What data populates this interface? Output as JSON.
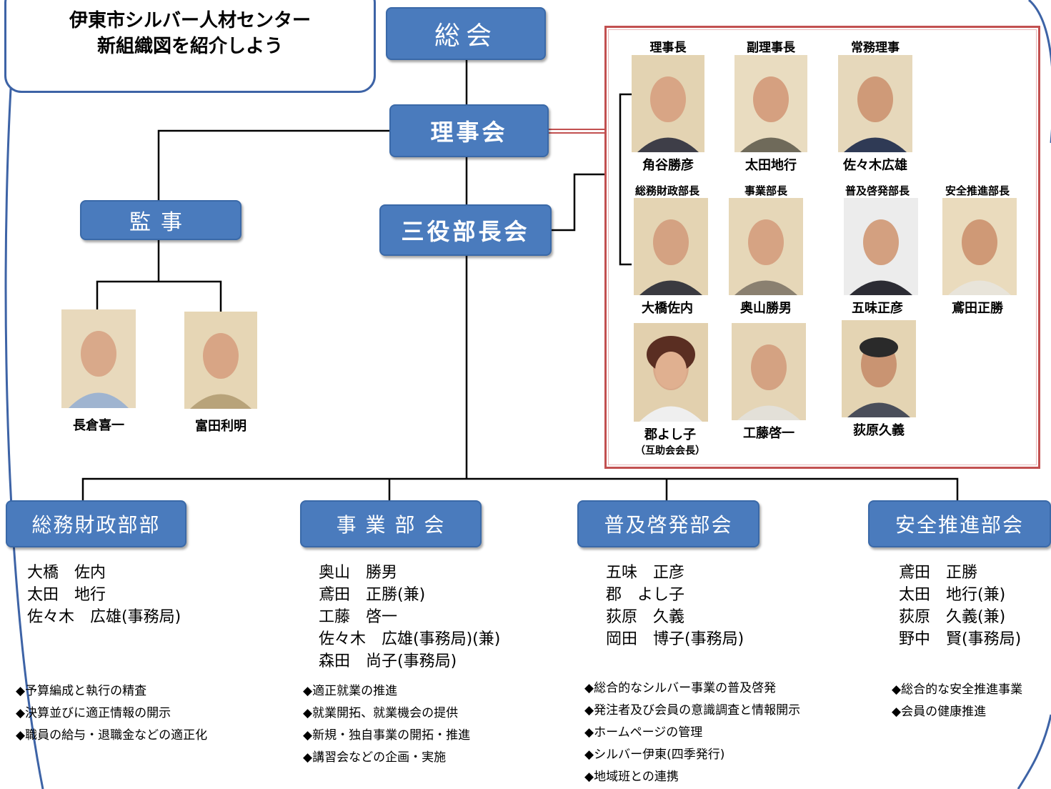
{
  "header": {
    "title_line1": "伊東市シルバー人材センター",
    "title_line2": "新組織図を紹介しよう"
  },
  "nodes": {
    "general_assembly": "総会",
    "board": "理事会",
    "auditor": "監事",
    "managers_council": "三役部長会"
  },
  "auditors": [
    {
      "name": "長倉喜一"
    },
    {
      "name": "富田利明"
    }
  ],
  "board_members": [
    {
      "role": "理事長",
      "name": "角谷勝彦"
    },
    {
      "role": "副理事長",
      "name": "太田地行"
    },
    {
      "role": "常務理事",
      "name": "佐々木広雄"
    },
    {
      "role": "総務財政部長",
      "name": "大橋佐内"
    },
    {
      "role": "事業部長",
      "name": "奥山勝男"
    },
    {
      "role": "普及啓発部長",
      "name": "五味正彦"
    },
    {
      "role": "安全推進部長",
      "name": "鳶田正勝"
    },
    {
      "role": "",
      "name": "郡よし子",
      "note": "（互助会会長）"
    },
    {
      "role": "",
      "name": "工藤啓一"
    },
    {
      "role": "",
      "name": "荻原久義"
    }
  ],
  "departments": [
    {
      "label": "総務財政部部",
      "members": [
        "大橋　佐内",
        "太田　地行",
        "佐々木　広雄(事務局)"
      ],
      "duties": [
        "◆予算編成と執行の精査",
        "◆決算並びに適正情報の開示",
        "◆職員の給与・退職金などの適正化"
      ]
    },
    {
      "label": "事 業 部 会",
      "members": [
        "奥山　勝男",
        "鳶田　正勝(兼)",
        "工藤　啓一",
        "佐々木　広雄(事務局)(兼)",
        "森田　尚子(事務局)"
      ],
      "duties": [
        "◆適正就業の推進",
        "◆就業開拓、就業機会の提供",
        "◆新規・独自事業の開拓・推進",
        "◆講習会などの企画・実施"
      ]
    },
    {
      "label": "普及啓発部会",
      "members": [
        "五味　正彦",
        "郡　よし子",
        "荻原　久義",
        "岡田　博子(事務局)"
      ],
      "duties": [
        "◆総合的なシルバー事業の普及啓発",
        "◆発注者及び会員の意識調査と情報開示",
        "◆ホームページの管理",
        "◆シルバー伊東(四季発行)",
        "◆地域班との連携"
      ]
    },
    {
      "label": "安全推進部会",
      "members": [
        "鳶田　正勝",
        "太田　地行(兼)",
        "荻原　久義(兼)",
        "野中　賢(事務局)"
      ],
      "duties": [
        "◆総合的な安全推進事業",
        "◆会員の健康推進"
      ]
    }
  ],
  "colors": {
    "node_fill": "#4a7bbd",
    "board_border": "#c25050",
    "frame": "#3d63a6"
  }
}
